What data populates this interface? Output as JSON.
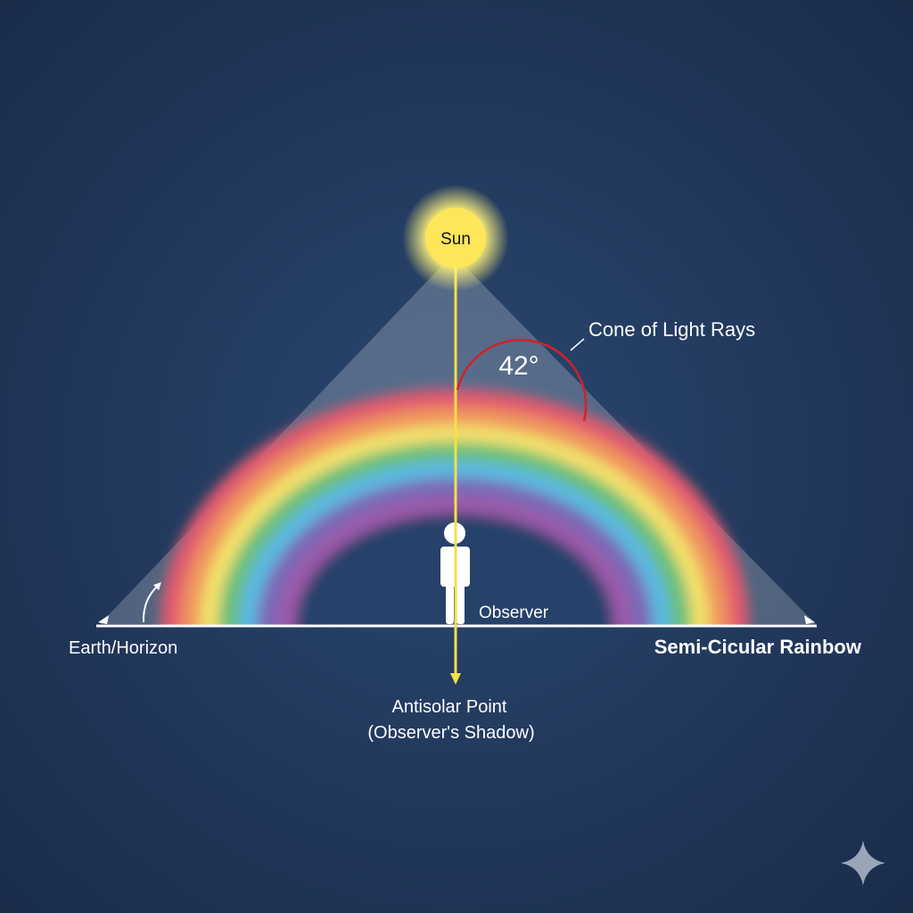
{
  "labels": {
    "sun": "Sun",
    "cone": "Cone of Light Rays",
    "angle": "42°",
    "observer": "Observer",
    "horizon": "Earth/Horizon",
    "rainbow": "Semi-Cicular Rainbow",
    "antisolar_line1": "Antisolar Point",
    "antisolar_line2": "(Observer's Shadow)"
  },
  "colors": {
    "background": "#1f3457",
    "sun": "#fde65a",
    "sun_line": "#f3e04a",
    "angle_arc": "#d4202a",
    "rainbow": [
      "#e05a6e",
      "#f0955e",
      "#f2e06a",
      "#6cc07a",
      "#5ab8e0",
      "#7a6ab8",
      "#9a5aa8"
    ]
  }
}
